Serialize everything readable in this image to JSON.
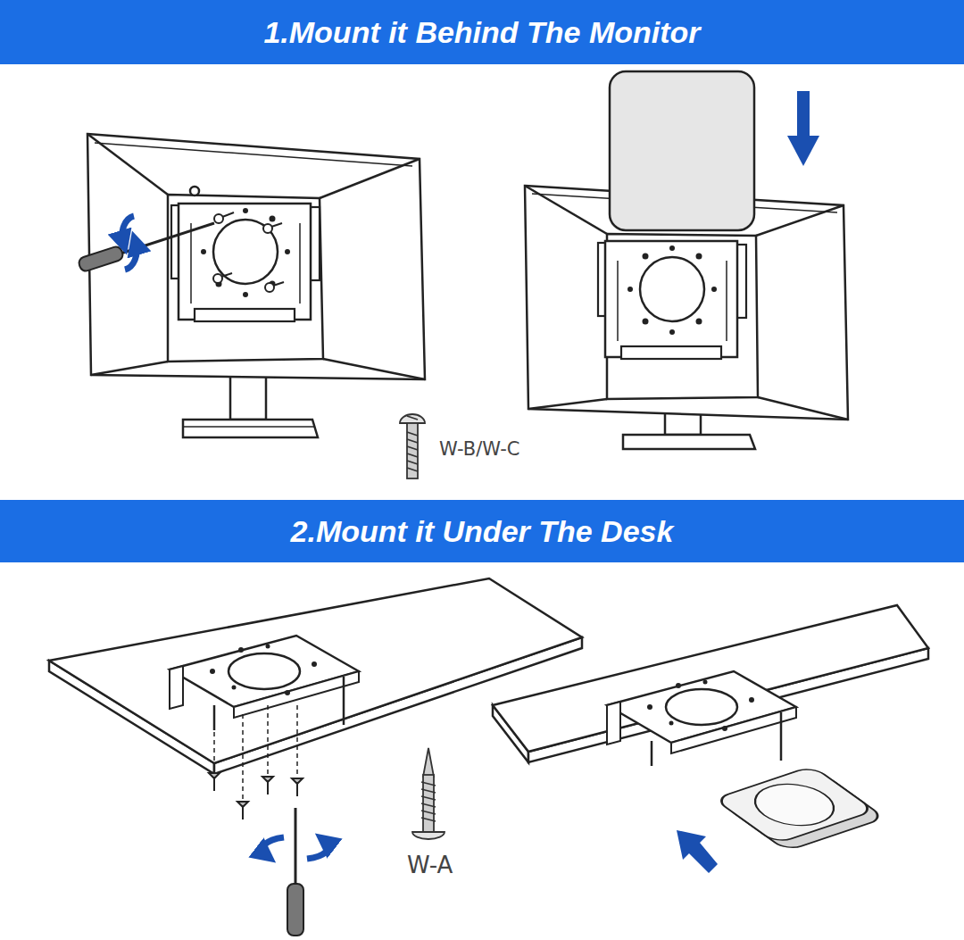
{
  "diagram": {
    "nodes": [
      {
        "text": [
          "1.Mount it Behind The Monitor"
        ]
      },
      {
        "text": [
          "2.Mount it Under The Desk"
        ]
      }
    ],
    "labels": [
      "W-B/W-C",
      "W-A"
    ]
  }
}
